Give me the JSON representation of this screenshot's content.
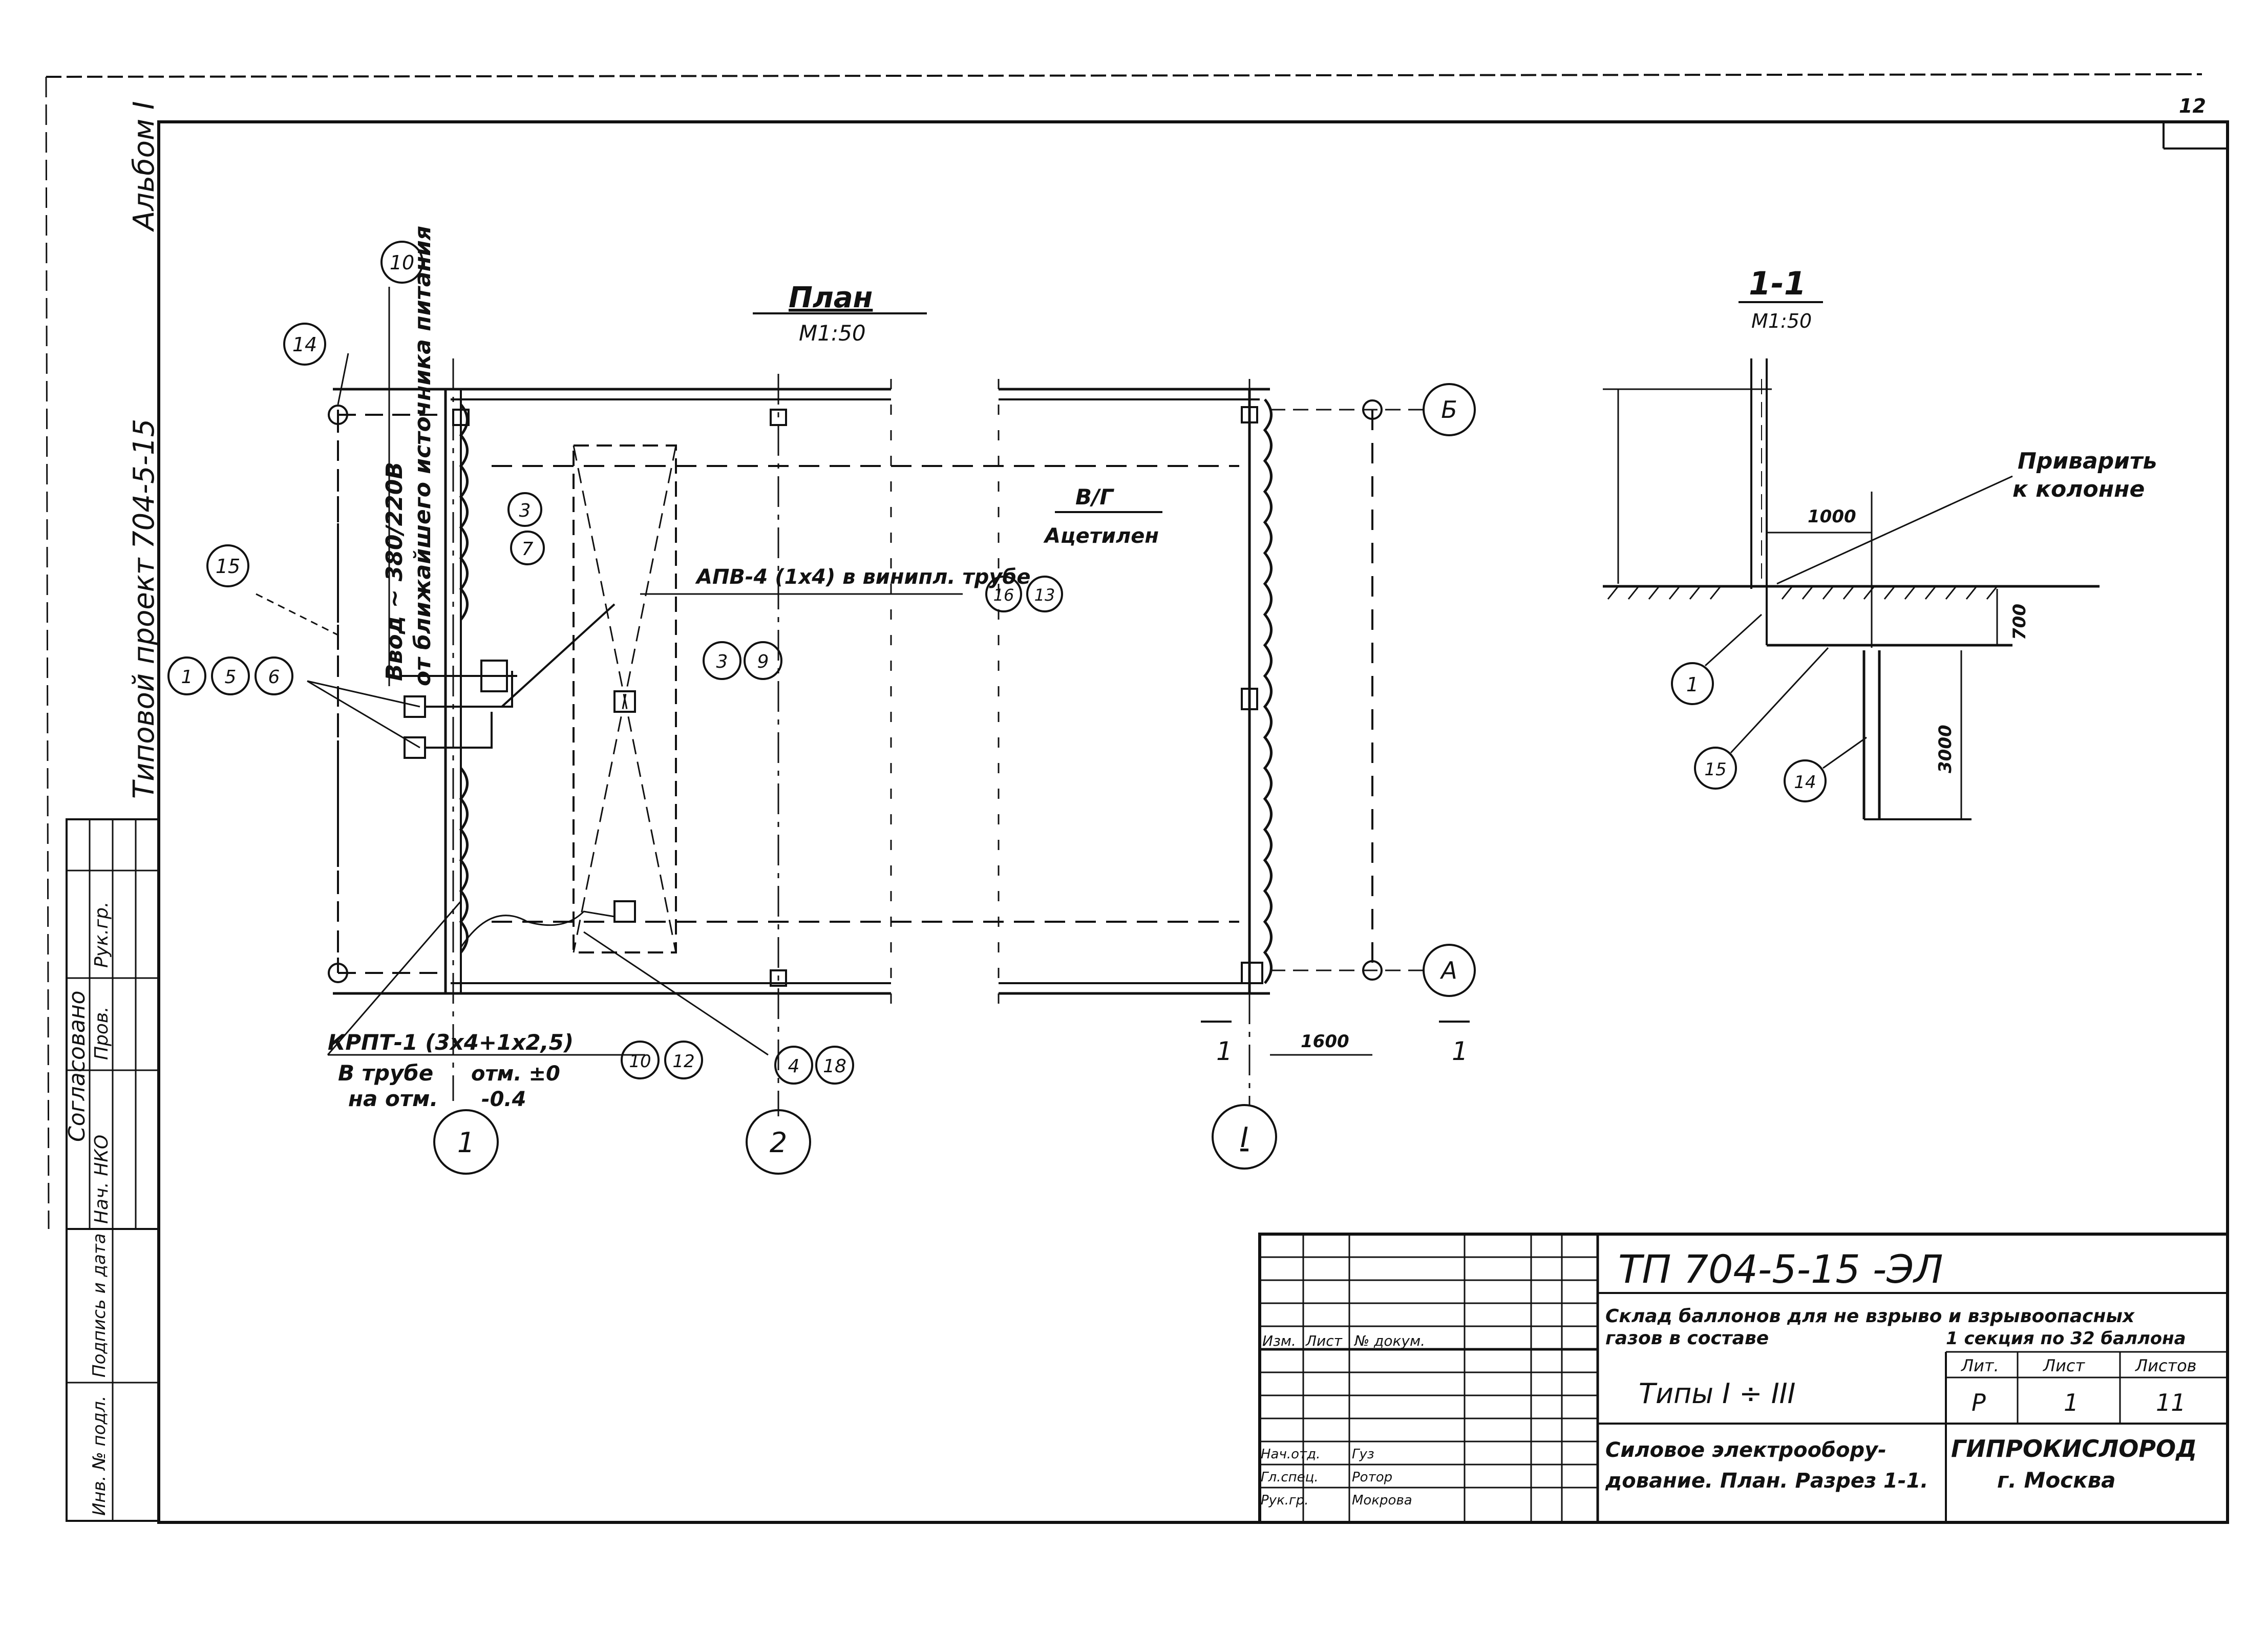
{
  "sheet_number": "12",
  "side_stamp": {
    "album": "Альбом I",
    "project": "Типовой проект 704-5-15"
  },
  "approval_block": {
    "title": "Согласовано",
    "rows": [
      "Нач. НКО",
      "Пров.",
      "Рук.гр."
    ]
  },
  "left_stamp": {
    "sign_date": "Подпись и дата",
    "inv": "Инв. № подл."
  },
  "plan": {
    "title": "План",
    "scale": "М1:50",
    "balloons": [
      "14",
      "10",
      "15",
      "3",
      "7",
      "1",
      "5",
      "6",
      "3",
      "9",
      "16",
      "13",
      "4",
      "18",
      "10",
      "12"
    ],
    "axes": [
      "1",
      "2",
      "I",
      "Б",
      "А"
    ],
    "cable_apv": "АПВ-4 (1х4) в винипл. трубе",
    "input_label": "Ввод ~ 380/220В",
    "source_label": "от ближайшего источника питания",
    "cable_krpt": "КРПТ-1 (3х4+1х2,5)",
    "pipe_note_1": "В трубе",
    "pipe_note_2": "на отм.",
    "level_1": "отм. ±0",
    "level_2": "-0.4",
    "vessel_note_1": "В/Г",
    "vessel_note_2": "Ацетилен",
    "dim_1600": "1600",
    "section_marks": [
      "1",
      "1"
    ]
  },
  "section": {
    "title": "1-1",
    "scale": "М1:50",
    "weld_note_1": "Приварить",
    "weld_note_2": "к колонне",
    "dim_1000": "1000",
    "dim_700": "700",
    "dim_3000": "3000",
    "balloons": [
      "1",
      "15",
      "14"
    ]
  },
  "title_block": {
    "code": "ТП 704-5-15 -ЭЛ",
    "desc_1": "Склад баллонов для не взрыво и взрывоопасных",
    "desc_2": "газов в составе",
    "desc_3": "1 секция по 32 баллона",
    "types": "Типы I ÷ III",
    "drawing_name_1": "Силовое электрообору-",
    "drawing_name_2": "дование. План. Разрез 1-1.",
    "organization": "ГИПРОКИСЛОРОД",
    "city": "г. Москва",
    "stage_header": "Лит.",
    "sheet_header": "Лист",
    "sheets_header": "Листов",
    "stage": "Р",
    "sheet": "1",
    "sheets": "11",
    "rows": [
      "Изм.",
      "Лист",
      "№ докум.",
      "Нач.отд.",
      "Гл.спец.",
      "Рук.гр."
    ],
    "names": [
      "Гуз",
      "Ротор",
      "Мокрова"
    ]
  }
}
